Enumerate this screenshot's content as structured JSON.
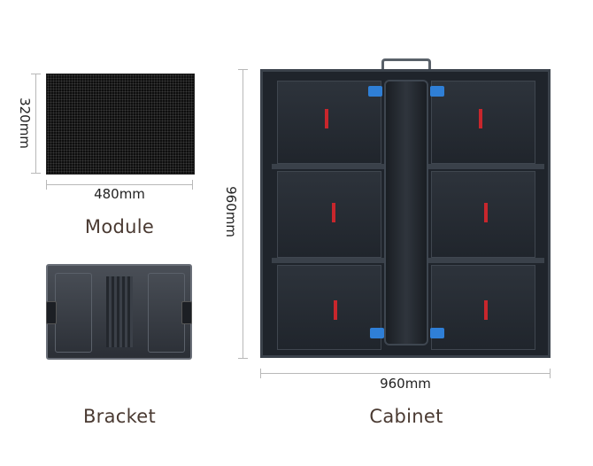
{
  "module": {
    "width_label": "480mm",
    "height_label": "320mm",
    "caption": "Module"
  },
  "bracket": {
    "caption": "Bracket"
  },
  "cabinet": {
    "width_label": "960mm",
    "height_label": "960mm",
    "caption": "Cabinet"
  }
}
